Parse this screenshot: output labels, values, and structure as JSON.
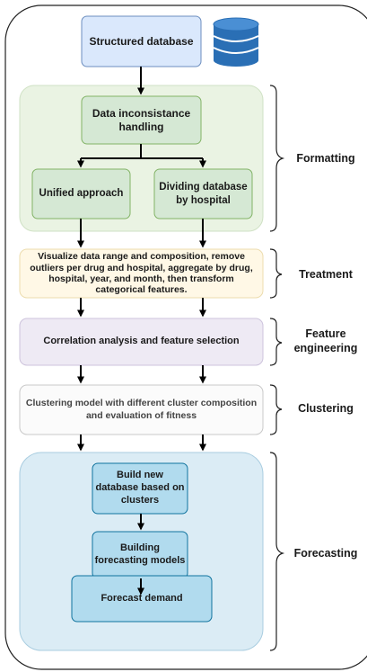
{
  "nodes": {
    "structured_db": "Structured database",
    "inconsistance": "Data inconsistance handling",
    "unified": "Unified approach",
    "dividing": "Dividing database by hospital",
    "visualize": "Visualize data range and composition, remove outliers per drug and hospital, aggregate by drug, hospital, year, and month, then transform categorical features.",
    "correlation": "Correlation analysis and feature selection",
    "clustering_model": "Clustering model with different cluster composition and evaluation of fitness",
    "build_db": "Build new database based on clusters",
    "build_models": "Building forecasting models",
    "forecast_demand": "Forecast demand"
  },
  "stages": {
    "formatting": "Formatting",
    "treatment": "Treatment",
    "feature_engineering": "Feature engineering",
    "clustering": "Clustering",
    "forecasting": "Forecasting"
  },
  "colors": {
    "db_fill": "#dae8fc",
    "db_stroke": "#6c8ebf",
    "green_panel": "#eaf3e3",
    "green_box": "#d5e8d4",
    "green_stroke": "#82b366",
    "yellow_fill": "#fff8e6",
    "yellow_stroke": "#e8d9a8",
    "purple_fill": "#eeeaf4",
    "purple_stroke": "#c9bfd9",
    "grey_fill": "#fbfbfb",
    "grey_stroke": "#c8c8c8",
    "blue_panel": "#dbecf5",
    "blue_box": "#b1dbee",
    "blue_stroke": "#10739e",
    "cylinder": "#2a6fb5"
  }
}
